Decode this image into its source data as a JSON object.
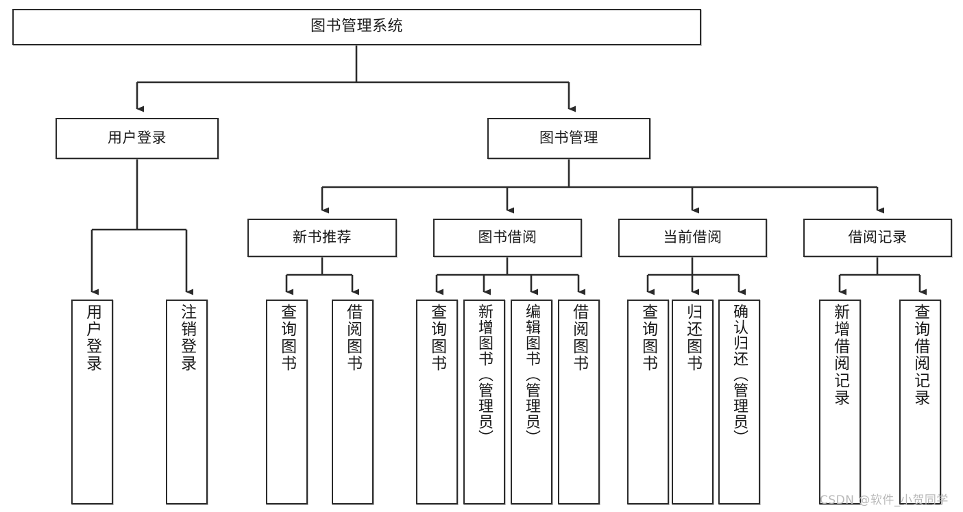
{
  "diagram": {
    "title": "图书管理系统",
    "type": "tree-hierarchy",
    "watermark": "CSDN @软件_小贺同学",
    "colors": {
      "stroke": "#2b2b2b",
      "fill": "#ffffff",
      "text": "#1a1a1a",
      "watermark": "#b9b9b9"
    },
    "levels": {
      "root": {
        "label": "图书管理系统"
      },
      "level1": [
        {
          "id": "user-login",
          "label": "用户登录"
        },
        {
          "id": "book-manage",
          "label": "图书管理"
        }
      ],
      "level2": [
        {
          "id": "new-book-recommend",
          "label": "新书推荐",
          "parent": "book-manage"
        },
        {
          "id": "book-borrow",
          "label": "图书借阅",
          "parent": "book-manage"
        },
        {
          "id": "current-borrow",
          "label": "当前借阅",
          "parent": "book-manage"
        },
        {
          "id": "borrow-record",
          "label": "借阅记录",
          "parent": "book-manage"
        }
      ],
      "leaves": [
        {
          "id": "leaf-user-login",
          "label": "用户登录",
          "parent": "user-login"
        },
        {
          "id": "leaf-logout",
          "label": "注销登录",
          "parent": "user-login"
        },
        {
          "id": "leaf-query-book-1",
          "label": "查询图书",
          "parent": "new-book-recommend"
        },
        {
          "id": "leaf-borrow-book-1",
          "label": "借阅图书",
          "parent": "new-book-recommend"
        },
        {
          "id": "leaf-query-book-2",
          "label": "查询图书",
          "parent": "book-borrow"
        },
        {
          "id": "leaf-add-book",
          "label": "新增图书（管理员）",
          "parent": "book-borrow"
        },
        {
          "id": "leaf-edit-book",
          "label": "编辑图书（管理员）",
          "parent": "book-borrow"
        },
        {
          "id": "leaf-borrow-book-2",
          "label": "借阅图书",
          "parent": "book-borrow"
        },
        {
          "id": "leaf-query-book-3",
          "label": "查询图书",
          "parent": "current-borrow"
        },
        {
          "id": "leaf-return-book",
          "label": "归还图书",
          "parent": "current-borrow"
        },
        {
          "id": "leaf-confirm-return",
          "label": "确认归还（管理员）",
          "parent": "current-borrow"
        },
        {
          "id": "leaf-add-record",
          "label": "新增借阅记录",
          "parent": "borrow-record"
        },
        {
          "id": "leaf-query-record",
          "label": "查询借阅记录",
          "parent": "borrow-record"
        }
      ]
    }
  }
}
